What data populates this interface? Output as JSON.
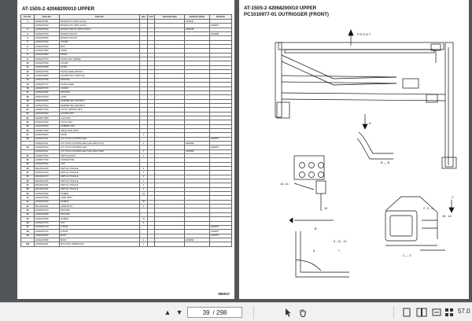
{
  "left_page": {
    "title": "AT-150S-2 42068200010 UPPER",
    "headers": [
      "Pos No.",
      "Parts No.",
      "Parts No",
      "Qty.",
      "Unit",
      "Technical Data",
      "Serial No (Start)",
      "Serial No"
    ],
    "rows": [
      [
        "1",
        "42332207581",
        "BOARD,CPU (WITH DATA)",
        "",
        "",
        "",
        "HDS630",
        ""
      ],
      [
        "",
        "42332207620",
        "BOARD,CPU (WITH DATA)",
        "",
        "",
        "",
        "",
        "HDS657"
      ],
      [
        "2",
        "42332207600",
        "BOARD,CIRCUIT (WITH DATA)",
        "",
        "",
        "",
        "HDS648",
        ""
      ],
      [
        "3",
        "42332207610",
        "BOARD,CIRCUIT",
        "",
        "",
        "",
        "",
        "HDS658"
      ],
      [
        "4",
        "42332207590",
        "BOARD,CIRCUIT",
        "",
        "",
        "",
        "",
        ""
      ],
      [
        "5",
        "42332207550",
        "COVER",
        "",
        "",
        "",
        "",
        ""
      ],
      [
        "6",
        "42332207540",
        "BOX",
        "",
        "",
        "",
        "",
        ""
      ],
      [
        "7",
        "42332207560",
        "PANEL",
        "",
        "",
        "",
        "",
        ""
      ],
      [
        "8",
        "42332207500",
        "PANEL",
        "",
        "",
        "",
        "",
        ""
      ],
      [
        "9",
        "42332207570",
        "PLATE ASSY (BASE)",
        "",
        "",
        "",
        "",
        ""
      ],
      [
        "10",
        "42332207530",
        "COVER",
        "",
        "",
        "",
        "",
        ""
      ],
      [
        "11",
        "42332207580",
        "PLATE",
        "",
        "",
        "",
        "",
        ""
      ],
      [
        "12",
        "42331207790",
        "PLATE,NAME (FRONT)",
        "",
        "",
        "",
        "",
        ""
      ],
      [
        "13",
        "42331207800",
        "GUARD ASSY (SWITCH)",
        "",
        "",
        "",
        "",
        ""
      ],
      [
        "14",
        "42331227780",
        "PACKING",
        "",
        "",
        "",
        "",
        ""
      ],
      [
        "15",
        "42332207770",
        "PLATE,NAME",
        "",
        "",
        "",
        "",
        ""
      ],
      [
        "16",
        "42332207760",
        "COVER",
        "",
        "",
        "",
        "",
        ""
      ],
      [
        "17",
        "42332207390",
        "PACKING",
        "",
        "",
        "",
        "",
        ""
      ],
      [
        "18",
        "42002707160",
        "LAMP",
        "",
        "",
        "",
        "",
        ""
      ],
      [
        "19",
        "42331207600",
        "DAMPER SET (ROTARY)",
        "",
        "",
        "",
        "",
        ""
      ],
      [
        "20",
        "42331207610",
        "DAMPER SET (ROTARY)",
        "",
        "",
        "",
        "",
        ""
      ],
      [
        "21",
        "44036077610",
        "CATCH (SPRING SET)",
        "",
        "",
        "",
        "",
        ""
      ],
      [
        "22",
        "42332207620",
        "GUARD ASSY",
        "",
        "",
        "",
        "",
        ""
      ],
      [
        "23",
        "44036077580",
        "CAP ASSY",
        "",
        "",
        "",
        "",
        ""
      ],
      [
        "24",
        "42331227640",
        "CATCH SET",
        "",
        "",
        "",
        "",
        ""
      ],
      [
        "25",
        "42332207630",
        "RUBBER ASSY",
        "",
        "",
        "",
        "",
        ""
      ],
      [
        "26",
        "44036077600",
        "INSULATOR (SET)",
        "",
        "",
        "",
        "",
        ""
      ],
      [
        "27",
        "02439729200",
        "KNOB",
        "2",
        "",
        "",
        "",
        ""
      ],
      [
        "28",
        "42331207110",
        "JOY STICK,CONTROLLER",
        "",
        "",
        "",
        "",
        "HDS657"
      ],
      [
        "",
        "42332207101",
        "JOY STICK,CONTROLLER (HJ2-111127-071)",
        "1",
        "",
        "",
        "HDS658",
        ""
      ],
      [
        "29",
        "42332207100",
        "JOY STICK,CONTROLLER",
        "",
        "",
        "",
        "",
        "HDS657"
      ],
      [
        "",
        "42332207111",
        "JOY STICK,CONTROLLER (HJ2-111127-082)",
        "1",
        "",
        "",
        "HDS658",
        ""
      ],
      [
        "30",
        "42332017540",
        "SWITCH,PUSH",
        "1",
        "",
        "",
        "",
        ""
      ],
      [
        "31",
        "44036077760",
        "CONNECTOR",
        "",
        "",
        "",
        "",
        ""
      ],
      [
        "32",
        "42332207630",
        "CAP",
        "",
        "",
        "",
        "",
        ""
      ],
      [
        "33",
        "82105221360",
        "SWITCH,TOGGLE",
        "6",
        "",
        "",
        "",
        ""
      ],
      [
        "34",
        "42332227610",
        "SWITCH,TOGGLE",
        "1",
        "",
        "",
        "",
        ""
      ],
      [
        "35",
        "82105221374",
        "SWITCH,TOGGLE",
        "3",
        "",
        "",
        "",
        ""
      ],
      [
        "36",
        "82105221364",
        "SWITCH,TOGGLE",
        "1",
        "",
        "",
        "",
        ""
      ],
      [
        "37",
        "82105221361",
        "SWITCH,TOGGLE",
        "1",
        "",
        "",
        "",
        ""
      ],
      [
        "38",
        "82105221362",
        "SWITCH,TOGGLE",
        "2",
        "",
        "",
        "",
        ""
      ],
      [
        "39",
        "42332207650",
        "SCREW",
        "10",
        "",
        "",
        "",
        ""
      ],
      [
        "40",
        "42332207640",
        "LAMP ASSY",
        "",
        "",
        "",
        "",
        ""
      ],
      [
        "41",
        "42332207660",
        "SCREW",
        "26",
        "",
        "",
        "",
        ""
      ],
      [
        "42",
        "82142391221",
        "LAMP,PILOT",
        "2",
        "",
        "",
        "",
        ""
      ],
      [
        "43",
        "42332207670",
        "PACKING",
        "",
        "",
        "",
        "",
        ""
      ],
      [
        "44",
        "42332207680",
        "PACKING",
        "",
        "",
        "",
        "",
        ""
      ],
      [
        "45",
        "42332207690",
        "SCREW",
        "10",
        "",
        "",
        "",
        ""
      ],
      [
        "46",
        "42332207700",
        "NUT",
        "9",
        "",
        "",
        "",
        ""
      ],
      [
        "47",
        "42332207710",
        "P-ROM",
        "",
        "",
        "",
        "",
        "HDS657"
      ],
      [
        "48",
        "42332207720",
        "P-ROM",
        "",
        "",
        "",
        "",
        "HDS657"
      ],
      [
        "49",
        "42332207870",
        "BOOT",
        "",
        "",
        "",
        "",
        "HDS657"
      ],
      [
        "",
        "42333207880",
        "BOOT",
        "2",
        "",
        "",
        "HDS658",
        ""
      ],
      [
        "100",
        "42332201001",
        "BOX ASSY,OPERATION",
        "1",
        "",
        "",
        "",
        ""
      ]
    ],
    "footer": "000017"
  },
  "right_page": {
    "title_line1": "AT-150S-2 42068200010 UPPER",
    "title_line2": "PC1010977-01 OUTRIGGER (FRONT)",
    "drawing": {
      "front_label": "F R O N T",
      "section_a": "A",
      "section_b": "B",
      "section_c": "C",
      "label_b_b": "B — B",
      "label_c_c": "C — C",
      "callout_13_14": "13, 14",
      "callout_2_5_6": "2 , 5 , 6",
      "callout_15_16": "15 , 16",
      "callout_10": "10",
      "callout_7": "7",
      "callout_9_11_12": "9 , 11 , 12",
      "callout_8": "8"
    }
  },
  "toolbar": {
    "prev_page_icon": "▲",
    "next_page_icon": "▼",
    "current_page": "39",
    "total_pages": "/ 298",
    "zoom": "57.0"
  }
}
